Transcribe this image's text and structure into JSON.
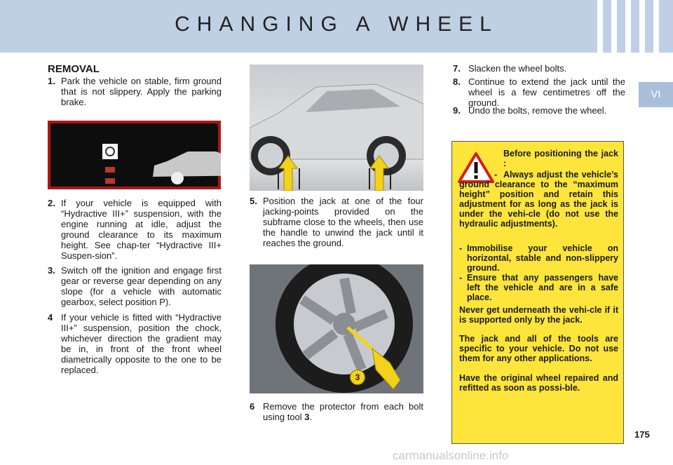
{
  "header": {
    "title": "CHANGING A WHEEL"
  },
  "section_tab": "VI",
  "removal": {
    "heading": "REMOVAL",
    "step1": {
      "num": "1.",
      "text": "Park the vehicle on stable, firm ground that is not slippery. Apply the parking brake."
    },
    "step2": {
      "num": "2.",
      "text": "If your vehicle is equipped with “Hydractive III+” suspension, with the engine running at idle, adjust the ground clearance to its maximum height. See chap-ter “Hydractive III+ Suspen-sion”."
    },
    "step3": {
      "num": "3.",
      "text": "Switch off the ignition and engage first gear or reverse gear depending on any slope (for a vehicle with automatic gearbox, select position P)."
    },
    "step4": {
      "num": "4",
      "text": "If your vehicle is fitted with “Hydractive III+” suspension, position the chock, whichever direction the gradient may be in, in front of the front wheel diametrically opposite to the one to be replaced."
    },
    "step5": {
      "num": "5.",
      "text": "Position the jack at one of the four jacking-points provided on the subframe close to the wheels, then use the handle to unwind the jack until it reaches the ground."
    },
    "step6": {
      "num": "6",
      "text": "Remove the protector from each bolt using tool",
      "tool": "3",
      "end": "."
    },
    "step7": {
      "num": "7.",
      "text": "Slacken the wheel bolts."
    },
    "step8": {
      "num": "8.",
      "text": "Continue to extend the jack until the wheel is a few centimetres off the ground."
    },
    "step9": {
      "num": "9.",
      "text": "Undo the bolts, remove the wheel."
    }
  },
  "callout_label": "3",
  "warning": {
    "intro": "Before positioning the jack :",
    "bullet1": "Always adjust the vehicle’s ground clearance to the “maximum height” position and retain this adjustment for as long as the jack is under the vehi-cle (do not use the hydraulic adjustments).",
    "bullet2": "Immobilise your vehicle on horizontal, stable and non-slippery ground.",
    "bullet3": "Ensure that any passengers have left the vehicle and are in a safe place.",
    "p1": "Never get underneath the vehi-cle if it is supported only by the jack.",
    "p2": "The jack and all of the tools are specific to your vehicle. Do not use them for any other applications.",
    "p3": "Have the original wheel repaired and refitted as soon as possi-ble.",
    "dash": "-"
  },
  "page_number": "175",
  "watermark": "carmanualsonline.info",
  "colors": {
    "header": "#bfd0e4",
    "tab": "#a8bedb",
    "warning_bg": "#fde53c",
    "arrow": "#f2d21a"
  }
}
